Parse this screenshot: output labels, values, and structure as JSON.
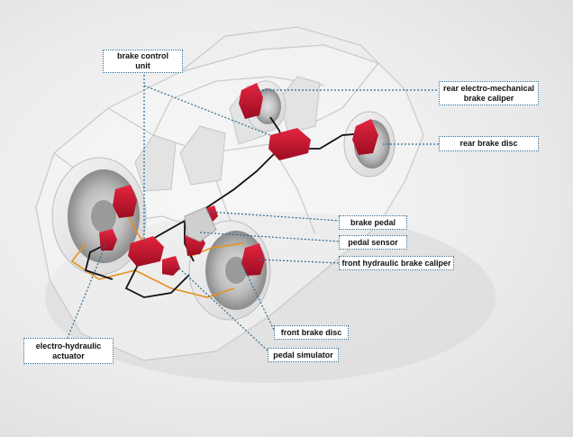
{
  "diagram": {
    "labels": {
      "brake_control_unit": [
        "brake control",
        "unit"
      ],
      "rear_caliper": [
        "rear electro-mechanical",
        "brake caliper"
      ],
      "rear_disc": [
        "rear brake disc"
      ],
      "brake_pedal": [
        "brake pedal"
      ],
      "pedal_sensor": [
        "pedal sensor"
      ],
      "front_caliper": [
        "front hydraulic brake caliper"
      ],
      "front_disc": [
        "front brake disc"
      ],
      "pedal_simulator": [
        "pedal simulator"
      ],
      "actuator": [
        "electro-hydraulic",
        "actuator"
      ]
    },
    "colors": {
      "label_border": "#2f6a8f",
      "leader": "#2f6a8f",
      "component_red": "#c8102e",
      "brake_line": "#111111",
      "hydraulic_line": "#e8901e"
    }
  }
}
